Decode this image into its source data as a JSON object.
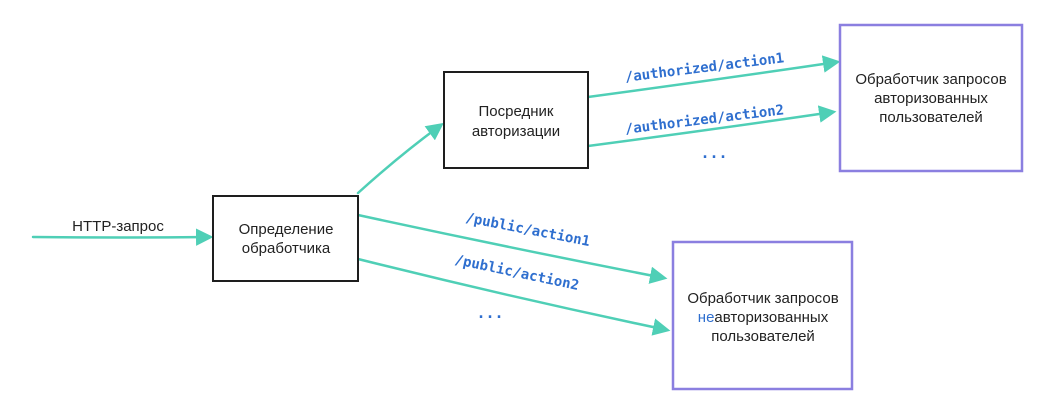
{
  "colors": {
    "arrow": "#4fcfb6",
    "route_text": "#2f6fcf",
    "box_border": "#1e1e1e",
    "handler_border": "#8b7fe0",
    "highlight": "#2f6fcf"
  },
  "labels": {
    "http_request": "HTTP-запрос"
  },
  "nodes": {
    "dispatcher": {
      "line1": "Определение",
      "line2": "обработчика"
    },
    "auth_middleware": {
      "line1": "Посредник",
      "line2": "авторизации"
    },
    "auth_handler": {
      "line1": "Обработчик запросов",
      "line2": "авторизованных",
      "line3": "пользователей"
    },
    "public_handler": {
      "line1": "Обработчик запросов",
      "line2_prefix": "не",
      "line2_rest": "авторизованных",
      "line3": "пользователей"
    }
  },
  "routes": {
    "authorized_1": "/authorized/action1",
    "authorized_2": "/authorized/action2",
    "authorized_more": "...",
    "public_1": "/public/action1",
    "public_2": "/public/action2",
    "public_more": "..."
  }
}
